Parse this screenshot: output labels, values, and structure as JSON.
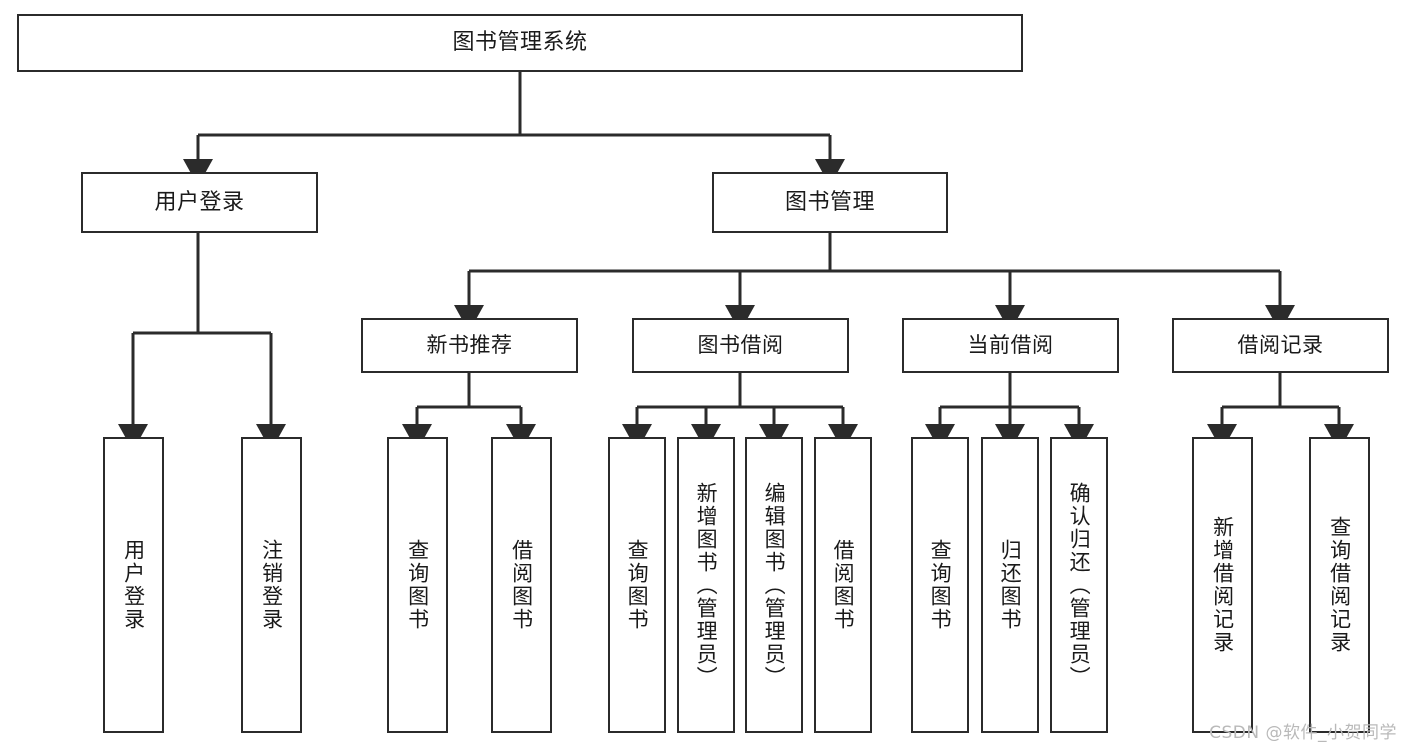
{
  "diagram": {
    "type": "tree",
    "title": "图书管理系统",
    "root": {
      "label": "图书管理系统"
    },
    "level1": [
      {
        "label": "用户登录"
      },
      {
        "label": "图书管理"
      }
    ],
    "level2": [
      {
        "label": "新书推荐"
      },
      {
        "label": "图书借阅"
      },
      {
        "label": "当前借阅"
      },
      {
        "label": "借阅记录"
      }
    ],
    "leaves": {
      "user_login": [
        {
          "label": "用户登录"
        },
        {
          "label": "注销登录"
        }
      ],
      "new_book_recommend": [
        {
          "label": "查询图书"
        },
        {
          "label": "借阅图书"
        }
      ],
      "book_borrow": [
        {
          "label": "查询图书"
        },
        {
          "label": "新增图书（管理员）"
        },
        {
          "label": "编辑图书（管理员）"
        },
        {
          "label": "借阅图书"
        }
      ],
      "current_borrow": [
        {
          "label": "查询图书"
        },
        {
          "label": "归还图书"
        },
        {
          "label": "确认归还（管理员）"
        }
      ],
      "borrow_record": [
        {
          "label": "新增借阅记录"
        },
        {
          "label": "查询借阅记录"
        }
      ]
    }
  },
  "watermark": {
    "text": "CSDN @软件_小贺同学"
  },
  "colors": {
    "background": "#ffffff",
    "border": "#2b2b2b",
    "text": "#1a1a1a",
    "connector": "#2b2b2b",
    "watermark": "#b9b9b9"
  }
}
